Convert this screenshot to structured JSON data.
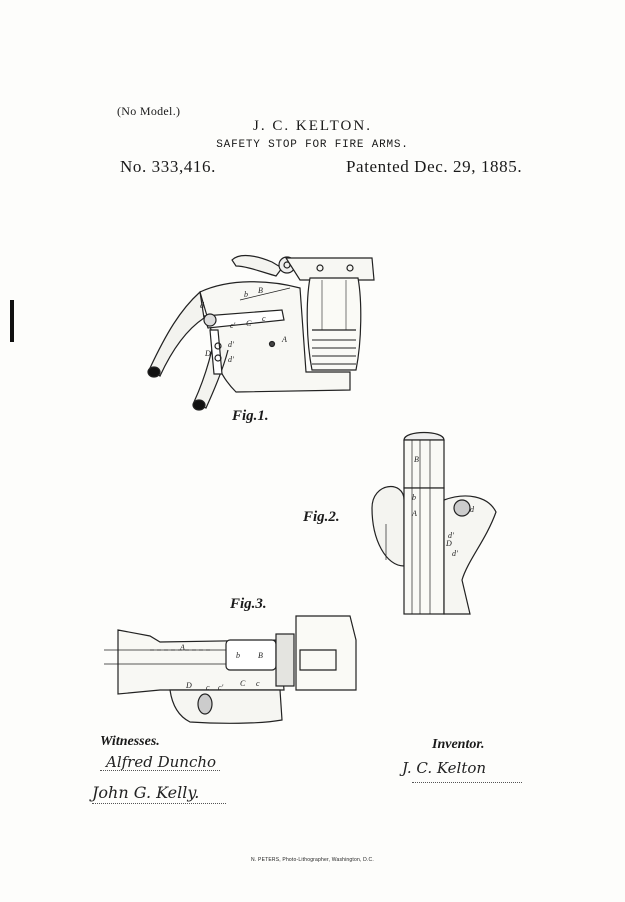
{
  "header": {
    "no_model": "(No Model.)",
    "inventor_name": "J. C. KELTON.",
    "title": "SAFETY STOP FOR FIRE ARMS.",
    "patent_number": "No. 333,416.",
    "patent_date": "Patented Dec. 29, 1885."
  },
  "figures": {
    "fig1": "Fig.1.",
    "fig2": "Fig.2.",
    "fig3": "Fig.3."
  },
  "part_letters": {
    "fig1": [
      "B",
      "b",
      "d",
      "C",
      "c",
      "c'",
      "A",
      "D",
      "d'",
      "d'"
    ],
    "fig2": [
      "B",
      "b",
      "A",
      "d",
      "d'",
      "D",
      "d'"
    ],
    "fig3": [
      "A",
      "B",
      "b",
      "D",
      "c",
      "c'",
      "C",
      "c"
    ]
  },
  "witnesses": {
    "label": "Witnesses.",
    "signatures": [
      "Alfred Duncho",
      "John G. Kelly."
    ]
  },
  "inventor": {
    "label": "Inventor.",
    "signature": "J. C. Kelton"
  },
  "footer": {
    "printer": "N. PETERS, Photo-Lithographer, Washington, D.C."
  }
}
